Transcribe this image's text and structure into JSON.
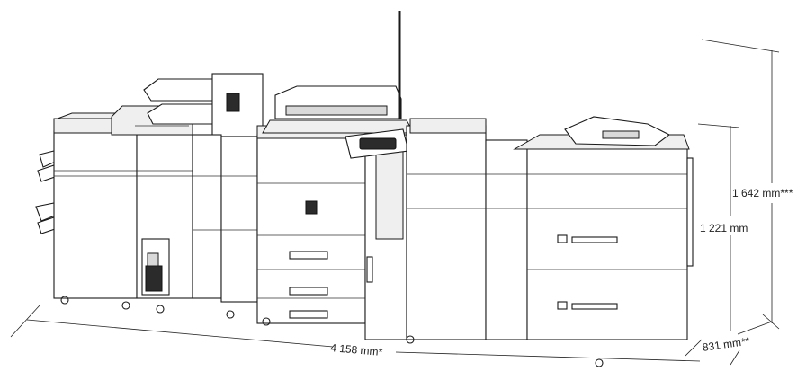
{
  "dimensions": {
    "width": "4 158 mm*",
    "depth": "831 mm**",
    "height_body": "1 221 mm",
    "height_total": "1 642 mm***"
  },
  "colors": {
    "line": "#1a1a1a",
    "panel": "#ffffff",
    "texture": "#efefef",
    "dark": "#2b2b2b"
  }
}
